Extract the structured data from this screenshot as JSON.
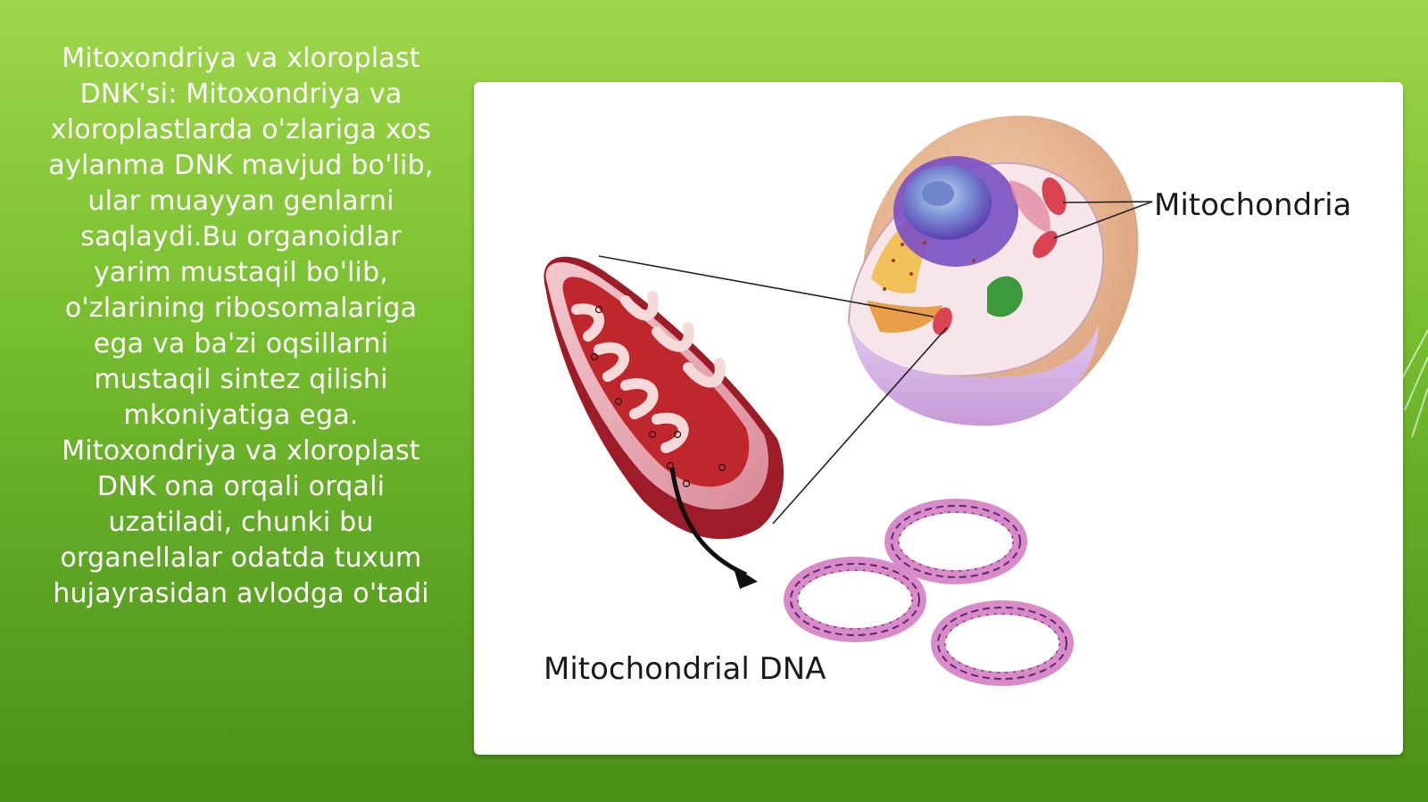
{
  "slide": {
    "body_text": "Mitoxondriya va xloroplast\nDNK'si: Mitoxondriya va\nxloroplastlarda o'zlariga xos\naylanma DNK mavjud bo'lib,\nular muayyan genlarni\nsaqlaydi.Bu organoidlar\nyarim mustaqil bo'lib,\no'zlarining ribosomalariga\nega va ba'zi oqsillarni\nmustaqil sintez qilishi\nmkoniyatiga ega.\nMitoxondriya va xloroplast\nDNK ona orqali orqali\nuzatiladi, chunki bu\norganellalar odatda tuxum\nhujayrasidan avlodga o'tadi"
  },
  "figure": {
    "label_mitochondria": "Mitochondria",
    "label_mtdna": "Mitochondrial DNA"
  },
  "colors": {
    "background_top": "#9fd64a",
    "background_bottom": "#4c8f18",
    "mitochondrion_red": "#c0272d",
    "dna_ring_pink": "#d98ac8",
    "cell_lilac": "#c79ad8",
    "nucleus_purple": "#7a4fc4"
  }
}
